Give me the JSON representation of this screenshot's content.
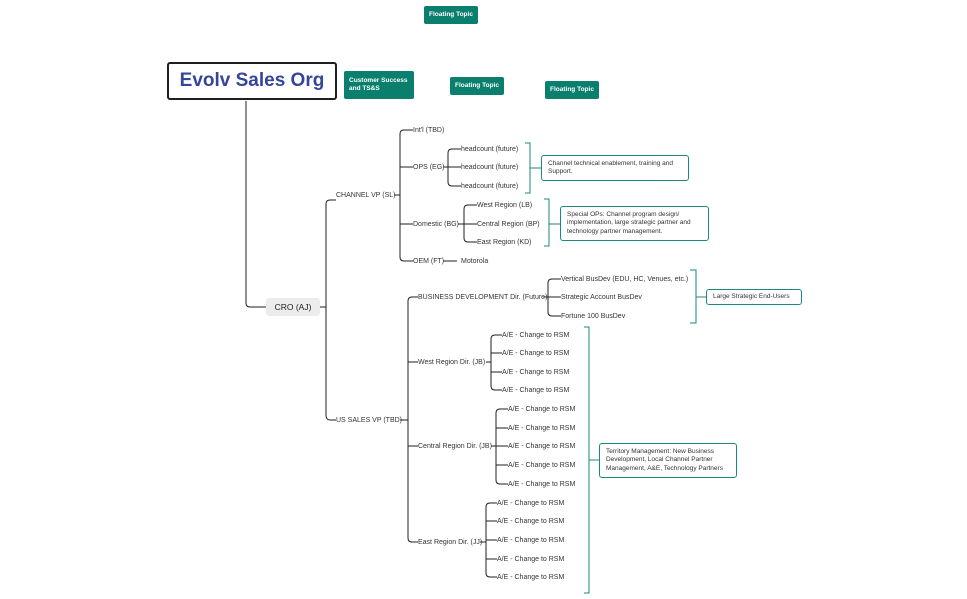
{
  "root": {
    "title": "Evolv Sales Org"
  },
  "floating": {
    "top": "Floating Topic",
    "customer_success": "Customer Success\nand TS&S",
    "middle": "Floating Topic",
    "right": "Floating Topic"
  },
  "cro": "CRO (AJ)",
  "channel": {
    "label": "CHANNEL VP (SL)",
    "intl": "Int'l (TBD)",
    "ops": "OPS (EG)",
    "ops_children": [
      "headcount (future)",
      "headcount (future)",
      "headcount (future)"
    ],
    "domestic": "Domestic (BG)",
    "domestic_children": [
      "West Region (LB)",
      "Central Region (BP)",
      "East Region (KD)"
    ],
    "oem": "OEM (FT)",
    "oem_child": "Motorola"
  },
  "us_sales": {
    "label": "US SALES VP (TBD)",
    "bizdev": "BUSINESS DEVELOPMENT Dir. (Future)",
    "bizdev_children": [
      "Vertical BusDev (EDU, HC, Venues, etc.)",
      "Strategic Account BusDev",
      "Fortune 100 BusDev"
    ],
    "west": "West Region Dir. (JB)",
    "central": "Central Region Dir. (JB)",
    "east": "East Region Dir. (JJ)",
    "ae": "A/E  - Change to RSM"
  },
  "callouts": {
    "channel_tech": "Channel technical enablement, training and\nSupport.",
    "special_ops": "Special OPs:  Channel program design/\nimplementation, large strategic partner and\ntechnology partner management.",
    "large_strategic": "Large Strategic End-Users",
    "territory": "Territory Management:  New Business\nDevelopment,  Local Channel Partner\nManagement, A&E, Technology Partners"
  },
  "colors": {
    "root_text": "#35459a",
    "accent": "#0b7f6e",
    "line": "#1f1f1f",
    "bracket": "#1a8a7a"
  }
}
